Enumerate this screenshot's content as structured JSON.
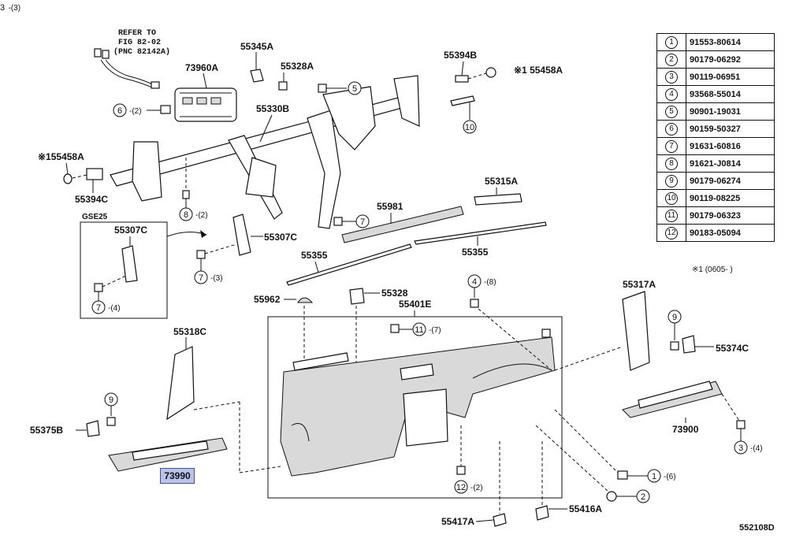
{
  "refer": {
    "line1": "REFER TO",
    "line2": "FIG 82-02",
    "line3": "(PNC 82142A)"
  },
  "variant_box_label": "GSE25",
  "labels": {
    "p55345A": "55345A",
    "p55328A": "55328A",
    "p55394B": "55394B",
    "p55458A_right": "※1 55458A",
    "p73960A": "73960A",
    "p55330B": "55330B",
    "p55458A_left": "※155458A",
    "p55394C": "55394C",
    "p55315A": "55315A",
    "p55981": "55981",
    "p55307C_box": "55307C",
    "p55307C": "55307C",
    "p55355_left": "55355",
    "p55355_right": "55355",
    "p55317A": "55317A",
    "p55962": "55962",
    "p55328": "55328",
    "p55401E": "55401E",
    "p55318C": "55318C",
    "p55374C": "55374C",
    "p73900": "73900",
    "p55375B": "55375B",
    "p55417A": "55417A",
    "p55416A": "55416A"
  },
  "selected_part": "73990",
  "callouts": {
    "c6a_qty": "-(2)",
    "c8_qty": "-(2)",
    "c7a_qty": "-(3)",
    "c7b_qty": "-(4)",
    "c4a_qty": "-(8)",
    "c11_qty": "-(7)",
    "c3a_qty": "-(3)",
    "c3b_qty": "-(4)",
    "c12_qty": "-(2)",
    "c1_qty": "-(6)"
  },
  "legend": [
    {
      "num": "1",
      "part": "91553-80614"
    },
    {
      "num": "2",
      "part": "90179-06292"
    },
    {
      "num": "3",
      "part": "90119-06951"
    },
    {
      "num": "4",
      "part": "93568-55014"
    },
    {
      "num": "5",
      "part": "90901-19031"
    },
    {
      "num": "6",
      "part": "90159-50327"
    },
    {
      "num": "7",
      "part": "91631-60816"
    },
    {
      "num": "8",
      "part": "91621-J0814"
    },
    {
      "num": "9",
      "part": "90179-06274"
    },
    {
      "num": "10",
      "part": "90119-08225"
    },
    {
      "num": "11",
      "part": "90179-06323"
    },
    {
      "num": "12",
      "part": "90183-05094"
    }
  ],
  "legend_note": "※1 (0605-     )",
  "reference_code": "552108D"
}
